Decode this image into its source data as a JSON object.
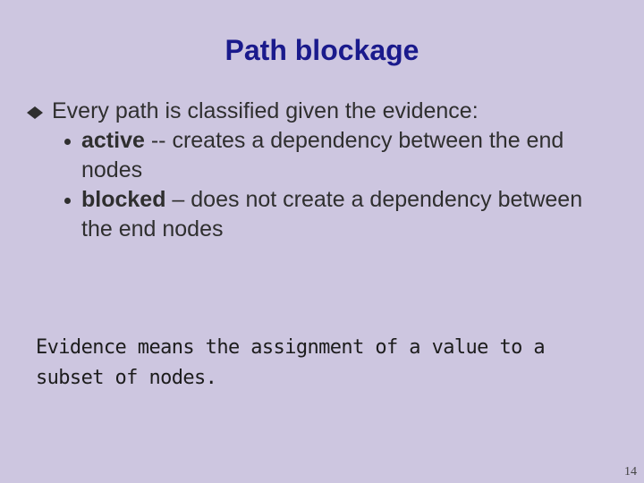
{
  "slide": {
    "title": "Path blockage",
    "bullet": {
      "text": "Every path is classified given the evidence:",
      "subitems": [
        {
          "term": "active",
          "separator": " -- ",
          "description": "creates a dependency between the end nodes"
        },
        {
          "term": "blocked",
          "separator": " – ",
          "description": "does not create a dependency between the end nodes"
        }
      ]
    },
    "note": "Evidence means the assignment of a value to a subset of nodes.",
    "page_number": "14"
  },
  "colors": {
    "background": "#cdc6e0",
    "title": "#1a1a8c",
    "text": "#2f2f2f"
  },
  "icons": {
    "level1_bullet": "diamond-bullet-icon",
    "level2_bullet": "dot-bullet-icon"
  }
}
